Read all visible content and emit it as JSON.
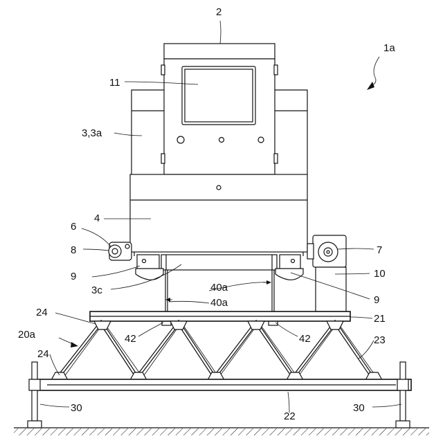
{
  "labels": {
    "l2": "2",
    "l1a": "1a",
    "l11": "11",
    "l3": "3,3a",
    "l4": "4",
    "l6": "6",
    "l8": "8",
    "l7": "7",
    "l9a": "9",
    "l9b": "9",
    "l10": "10",
    "l3c": "3c",
    "l40a_top": "40a",
    "l40a_mid": "40a",
    "l24a": "24",
    "l24b": "24",
    "l21": "21",
    "l20a": "20a",
    "l42a": "42",
    "l42b": "42",
    "l23": "23",
    "l30a": "30",
    "l30b": "30",
    "l22": "22"
  }
}
